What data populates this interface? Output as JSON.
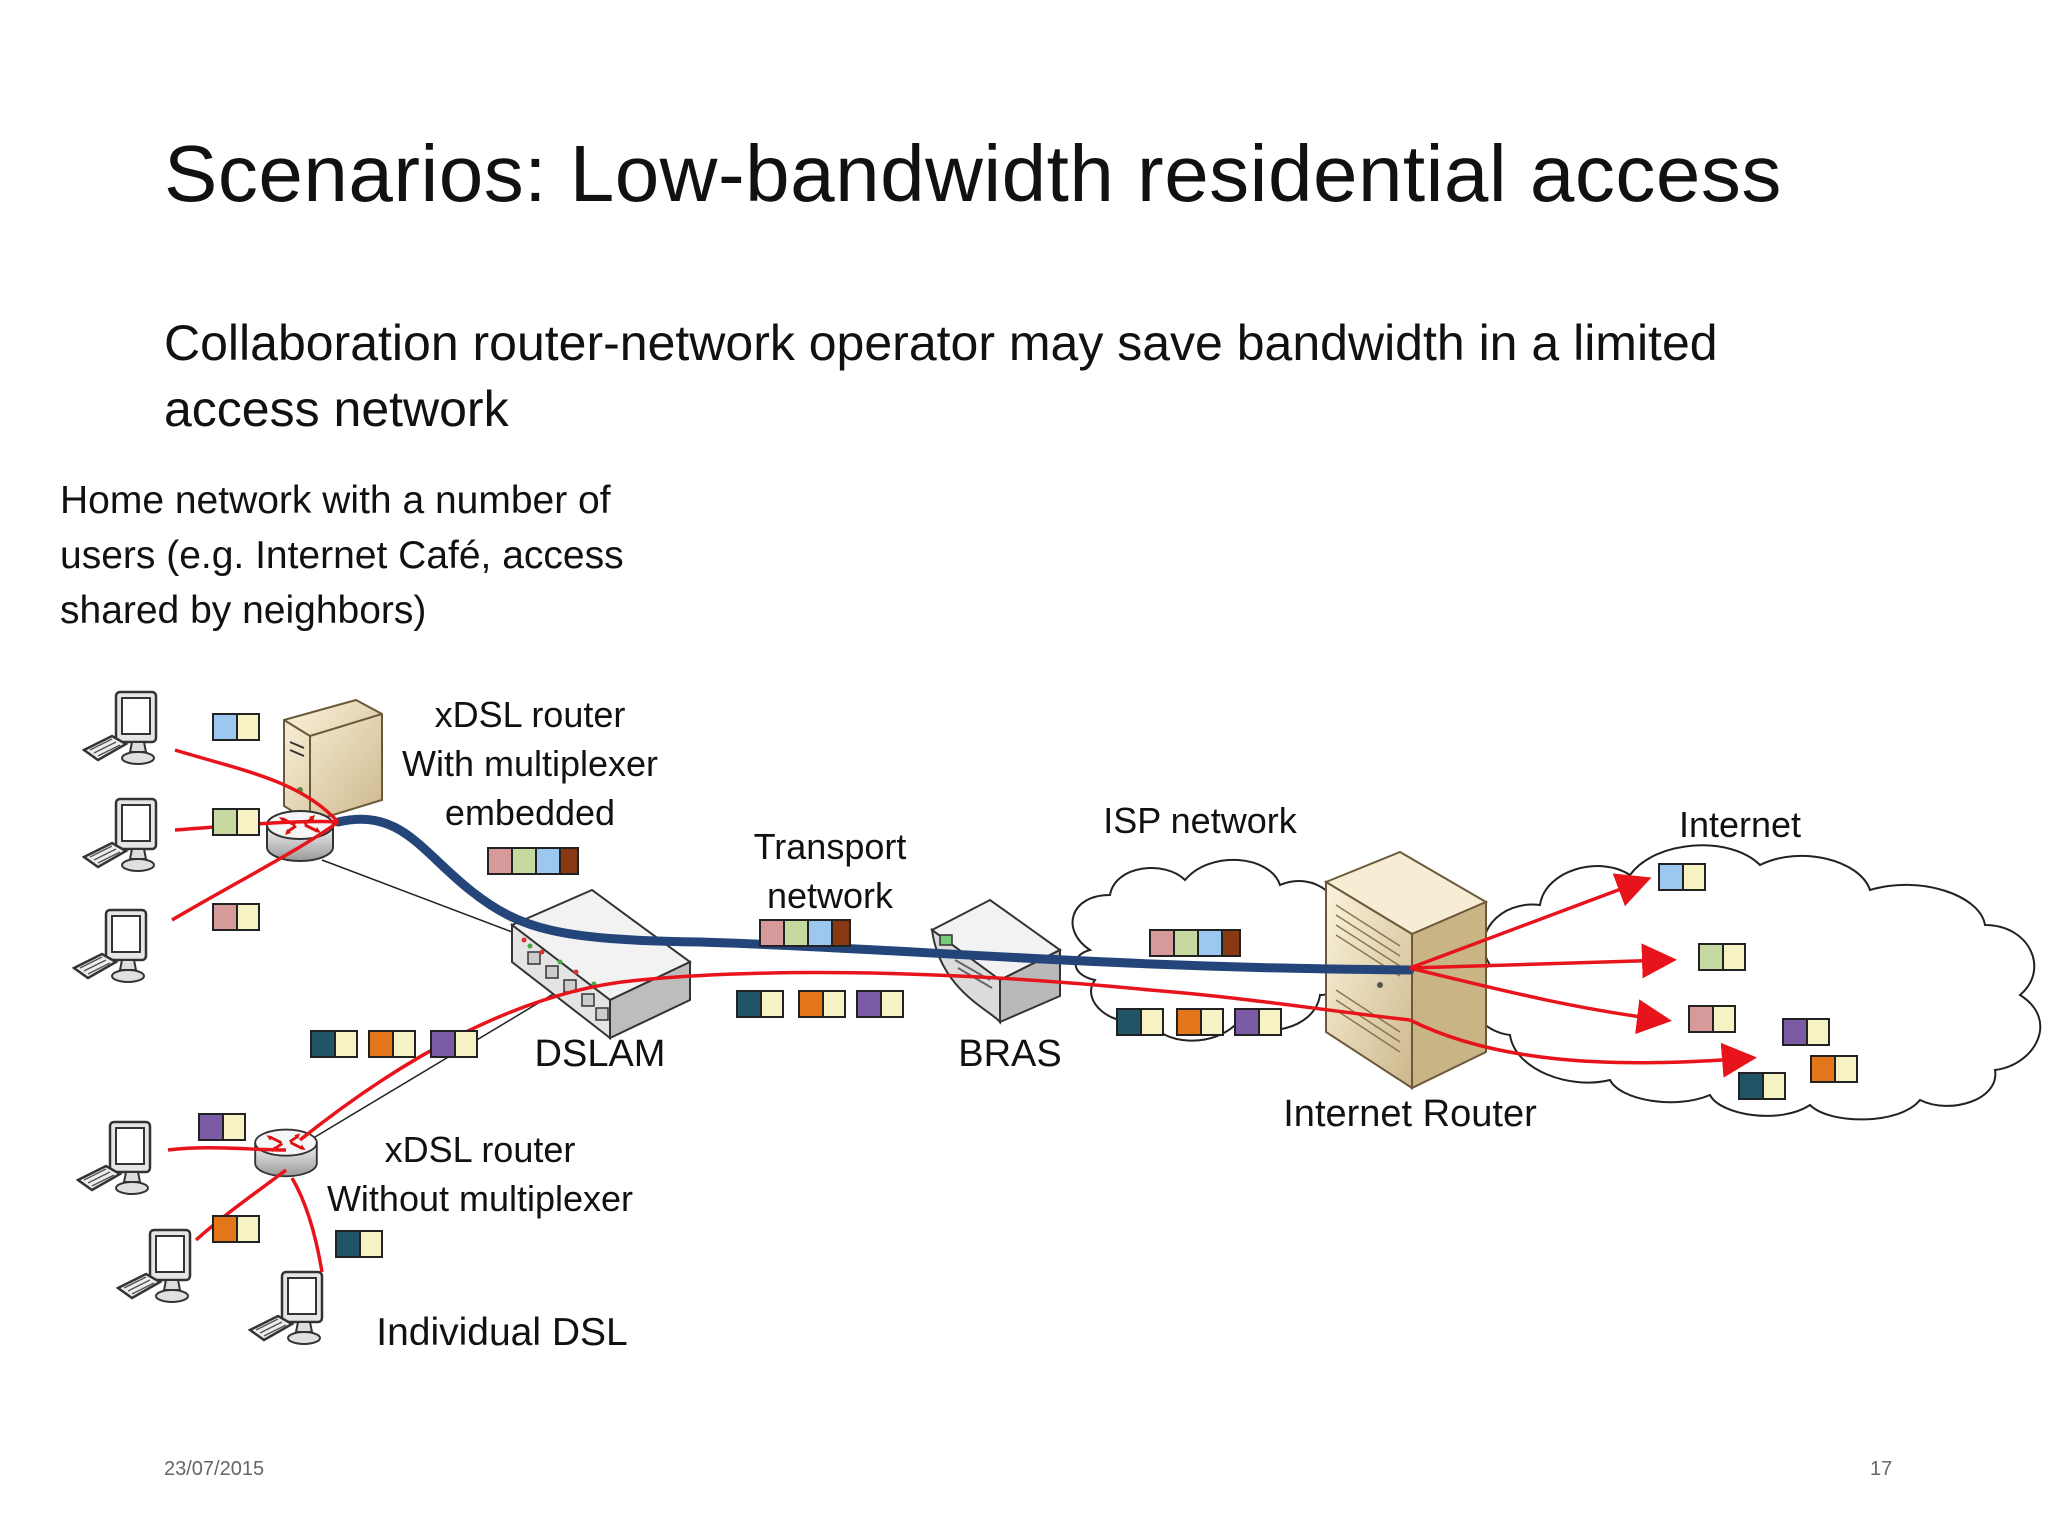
{
  "slide": {
    "title": "Scenarios: Low-bandwidth residential access",
    "subtitle": "Collaboration router-network operator may save bandwidth in a limited access network",
    "home_note": "Home network with a number of users (e.g. Internet Café, access shared by neighbors)",
    "footer_date": "23/07/2015",
    "page_number": "17"
  },
  "labels": {
    "xdsl_mux_line1": "xDSL router",
    "xdsl_mux_line2": "With multiplexer",
    "xdsl_mux_line3": "embedded",
    "transport_line1": "Transport",
    "transport_line2": "network",
    "isp_network": "ISP network",
    "internet": "Internet",
    "dslam": "DSLAM",
    "bras": "BRAS",
    "internet_router": "Internet Router",
    "xdsl_plain_line1": "xDSL router",
    "xdsl_plain_line2": "Without multiplexer",
    "individual_dsl": "Individual DSL"
  },
  "colors": {
    "red_flow": "#e8141b",
    "blue_tunnel": "#23457a",
    "header_yellow": "#f7f2c4",
    "c_blue": "#9cc8ef",
    "c_green": "#c6d9a0",
    "c_pink": "#d69a9a",
    "c_teal": "#1f5566",
    "c_orange": "#e3761b",
    "c_purple": "#7b5aa6",
    "c_brown": "#8a3a13",
    "cloud_line": "#222222"
  }
}
